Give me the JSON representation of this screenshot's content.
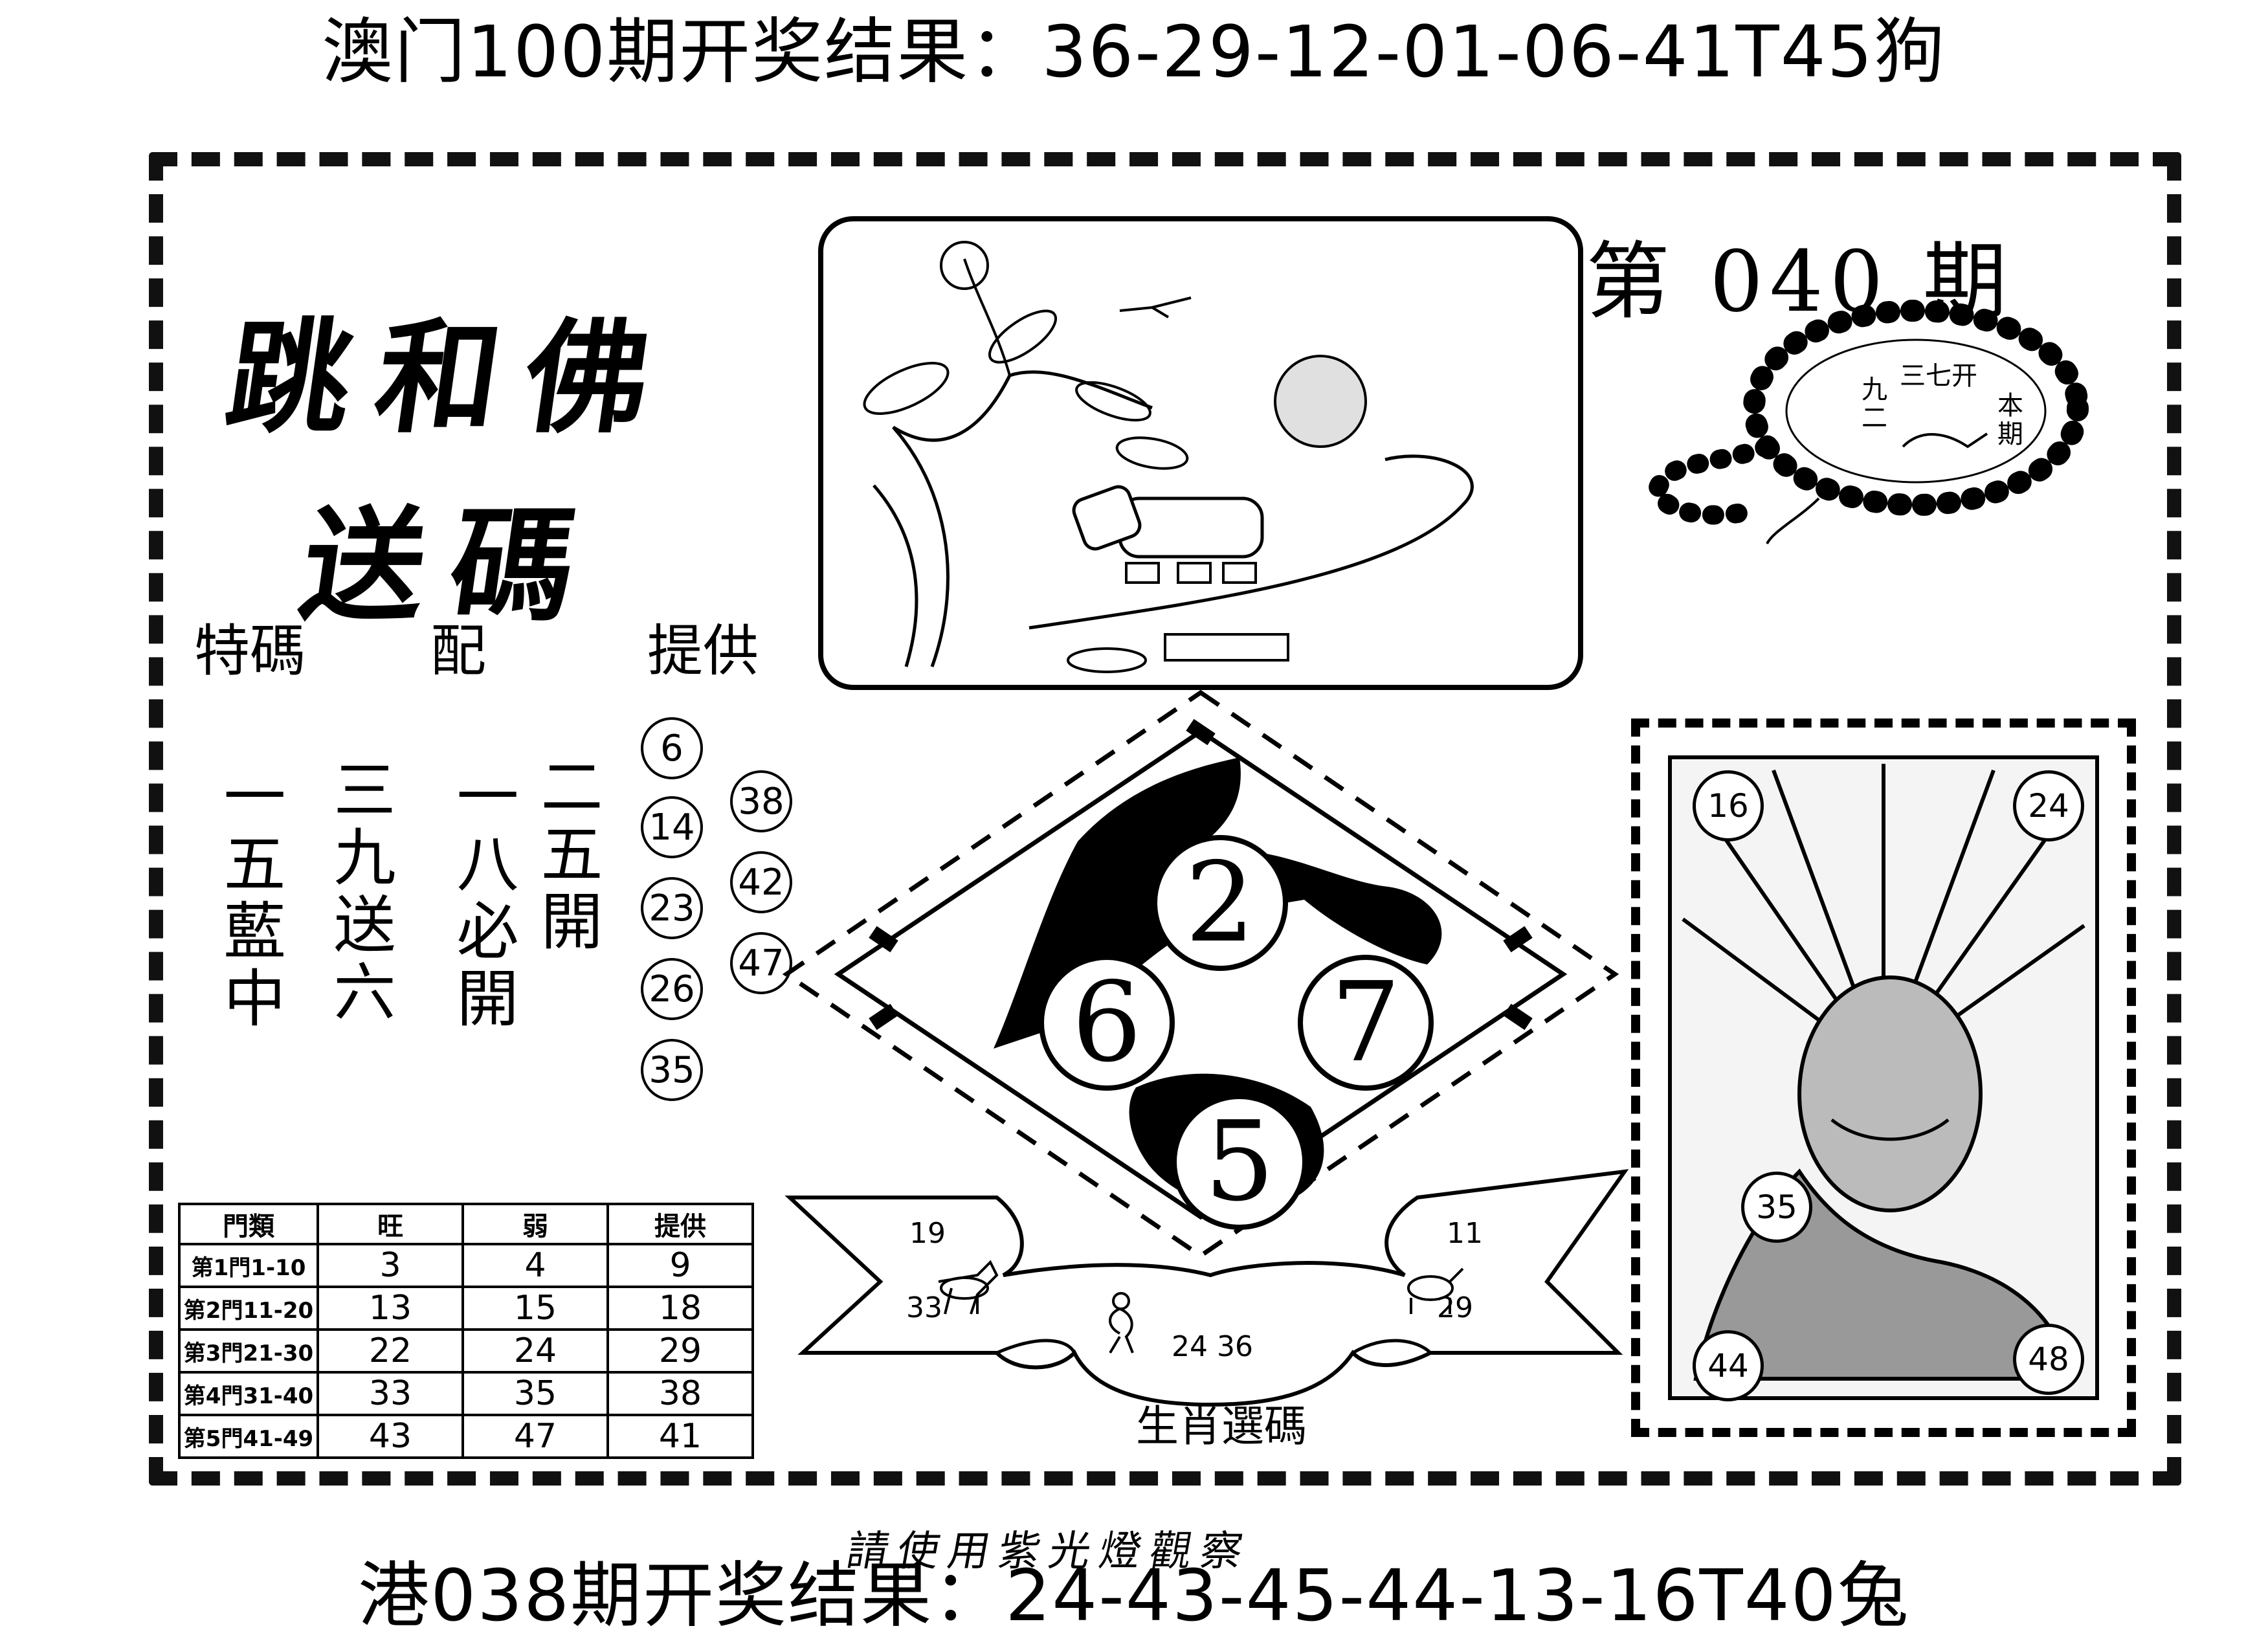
{
  "header": {
    "title": "澳门100期开奖结果：36-29-12-01-06-41T45狗"
  },
  "footer": {
    "title": "港038期开奖结果：24-43-45-44-13-16T40兔"
  },
  "brand": {
    "line1": "跳和佛",
    "line2": "送碼"
  },
  "subtitle": {
    "word1": "特碼",
    "word2": "配",
    "word3": "提供"
  },
  "issue": {
    "label": "第 040 期"
  },
  "bead": {
    "col1": "九二",
    "col2": "三七开",
    "col3": "本期"
  },
  "tips": {
    "col1": "一五藍中",
    "col2": "三九送六",
    "col3": "一八必開",
    "col4": "二五開"
  },
  "circles_left": [
    "6",
    "14",
    "23",
    "26",
    "35"
  ],
  "circles_right": [
    "38",
    "42",
    "47"
  ],
  "diamond": {
    "n_top": "2",
    "n_left": "6",
    "n_right": "7",
    "n_bottom": "5"
  },
  "gate_table": {
    "headers": [
      "門類",
      "旺",
      "弱",
      "提供"
    ],
    "rows": [
      {
        "cat": "第1門1-10",
        "a": "3",
        "b": "4",
        "c": "9"
      },
      {
        "cat": "第2門11-20",
        "a": "13",
        "b": "15",
        "c": "18"
      },
      {
        "cat": "第3門21-30",
        "a": "22",
        "b": "24",
        "c": "29"
      },
      {
        "cat": "第4門31-40",
        "a": "33",
        "b": "35",
        "c": "38"
      },
      {
        "cat": "第5門41-49",
        "a": "43",
        "b": "47",
        "c": "41"
      }
    ]
  },
  "zodiac": {
    "title": "生肖選碼",
    "horse_a": "19",
    "horse_b": "33",
    "monkey_a": "24",
    "monkey_b": "36",
    "goat_a": "11",
    "goat_b": "29"
  },
  "picture_numbers": [
    "16",
    "24",
    "35",
    "44",
    "48"
  ],
  "note": {
    "text": "請使用紫光燈觀察"
  }
}
